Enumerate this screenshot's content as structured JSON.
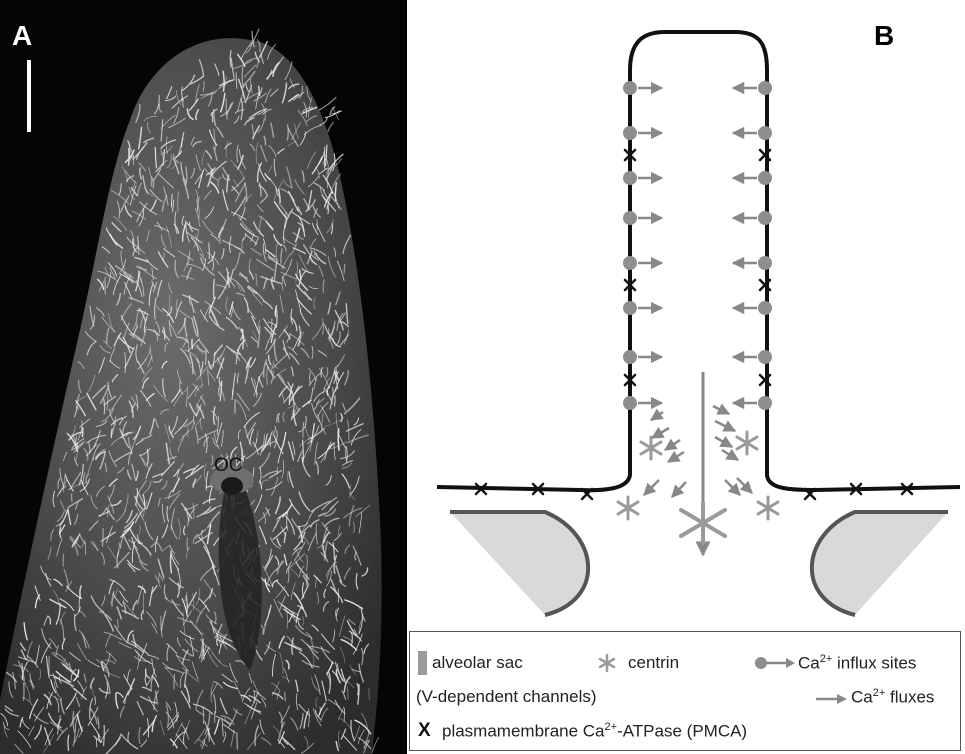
{
  "panel_a": {
    "letter": "A",
    "oral_cavity_label": "OC",
    "colors": {
      "background": "#050505",
      "cilia": "#e6e6e6",
      "shadow": "#2a2a2a"
    }
  },
  "panel_b": {
    "letter": "B",
    "colors": {
      "membrane": "#111111",
      "influx_site": "#8e8e8e",
      "flux_arrow": "#888888",
      "centrin": "#9a9a9a",
      "alveolar_sac_fill": "#d9d9d9",
      "alveolar_sac_outline": "#555555"
    }
  },
  "legend": {
    "alveolar_sac": "alveolar sac",
    "centrin": "centrin",
    "influx_prefix": "Ca",
    "influx_sup": "2+",
    "influx_suffix": " influx sites",
    "channels": "(V-dependent channels)",
    "flux_prefix": "Ca",
    "flux_sup": "2+",
    "flux_suffix": " fluxes",
    "pmca_symbol": "X",
    "pmca_prefix": "plasmamembrane Ca",
    "pmca_sup": "2+",
    "pmca_suffix": "-ATPase (PMCA)"
  }
}
